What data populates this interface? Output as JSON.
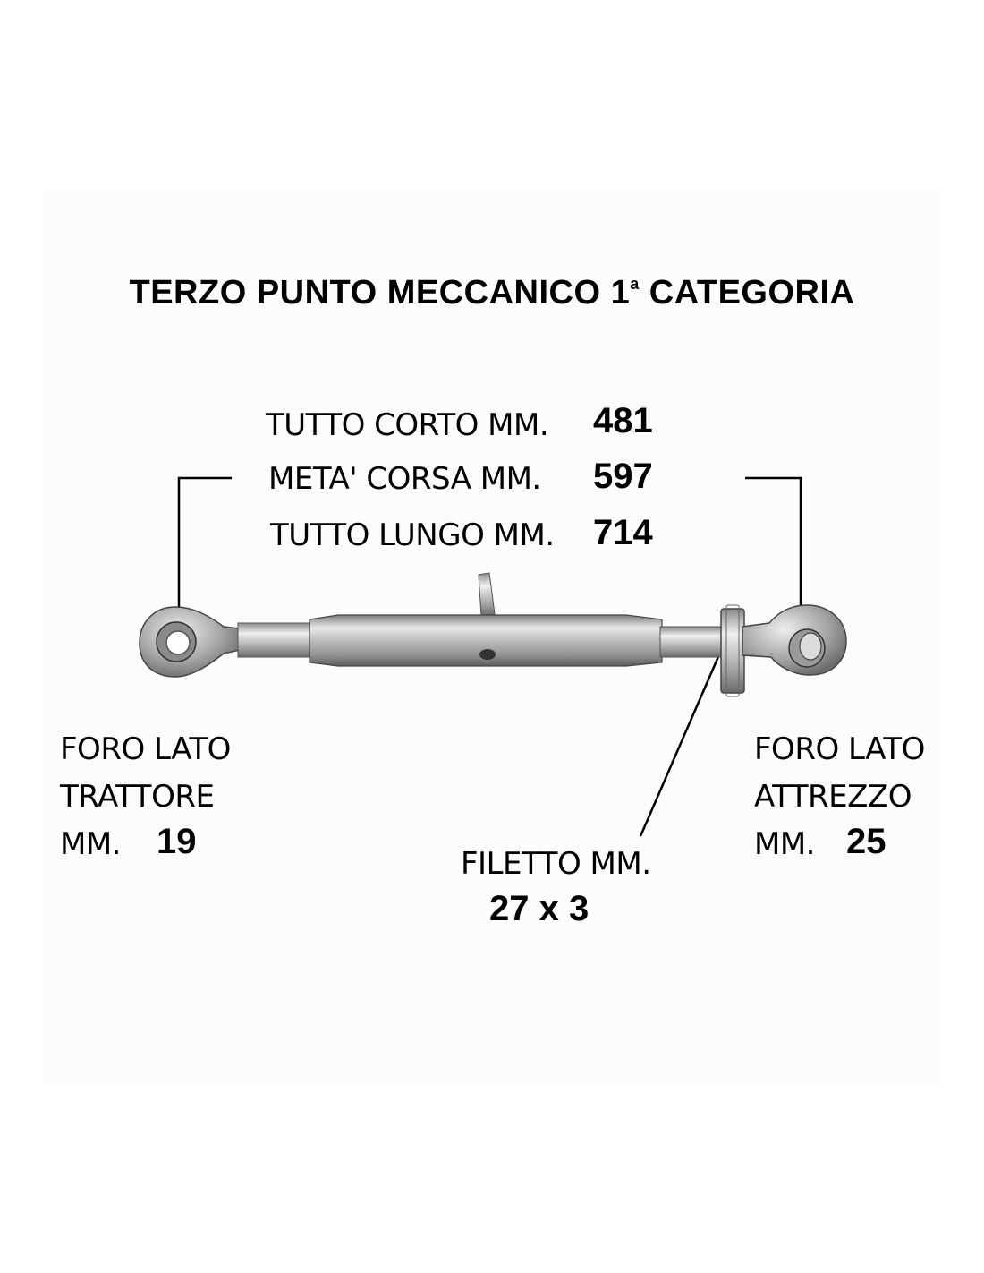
{
  "title": {
    "main": "TERZO PUNTO MECCANICO 1",
    "superscript": "a",
    "tail": " CATEGORIA"
  },
  "lengths": [
    {
      "label": "TUTTO CORTO MM.",
      "value": "481"
    },
    {
      "label": "META' CORSA MM.",
      "value": "597"
    },
    {
      "label": "TUTTO LUNGO MM.",
      "value": "714"
    }
  ],
  "tractor_hole": {
    "line1": "FORO LATO",
    "line2": "TRATTORE",
    "unit": "MM.",
    "value": "19"
  },
  "implement_hole": {
    "line1": "FORO LATO",
    "line2": "ATTREZZO",
    "unit": "MM.",
    "value": "25"
  },
  "thread": {
    "label": "FILETTO MM.",
    "value": "27 x 3"
  }
}
